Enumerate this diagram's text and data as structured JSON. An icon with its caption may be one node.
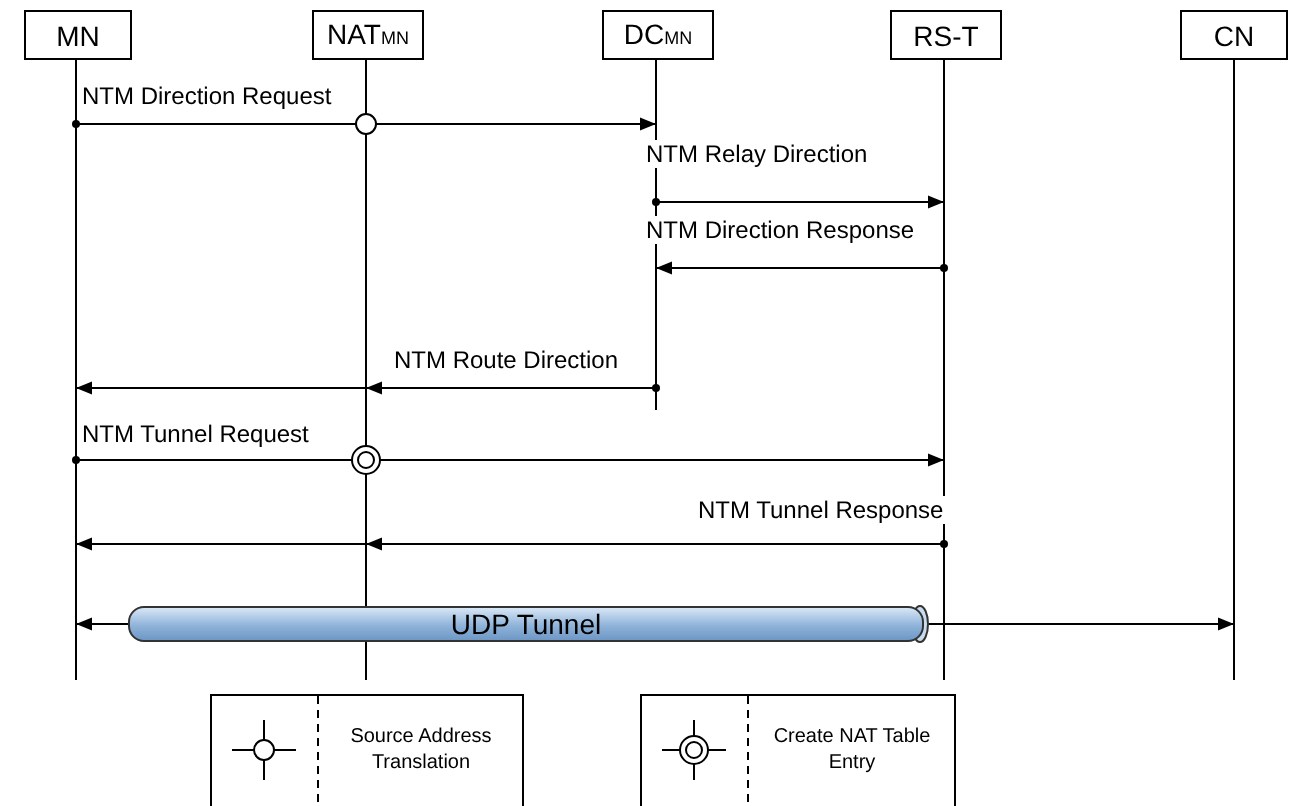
{
  "diagram": {
    "nodes": [
      {
        "text": [
          "MN"
        ]
      },
      {
        "text": [
          "NAT$_{MN}$"
        ]
      },
      {
        "text": [
          "DC$_{MN}$"
        ]
      },
      {
        "text": [
          "RS-T"
        ]
      },
      {
        "text": [
          "CN"
        ]
      },
      {
        "text": [
          "UDP Tunnel"
        ]
      }
    ],
    "edges": [
      {
        "from": 0,
        "to": 1,
        "arrow": "other",
        "label": "NTM Direction Request"
      },
      {
        "from": 1,
        "to": 2,
        "arrow": "to"
      },
      {
        "from": 2,
        "to": 3,
        "arrow": "to",
        "label": "NTM Relay Direction"
      },
      {
        "from": 3,
        "to": 2,
        "arrow": "to",
        "label": "NTM Direction Response"
      },
      {
        "from": 2,
        "to": 1,
        "arrow": "to",
        "label": "NTM Route Direction"
      },
      {
        "from": 1,
        "to": 0,
        "arrow": "to"
      },
      {
        "from": 0,
        "to": 1,
        "arrow": "other",
        "label": "NTM Tunnel Request"
      },
      {
        "from": 1,
        "to": 3,
        "arrow": "to"
      },
      {
        "from": 3,
        "to": 1,
        "arrow": "to",
        "label": "NTM Tunnel Response"
      },
      {
        "from": 1,
        "to": 0,
        "arrow": "to"
      },
      {
        "from": 5,
        "to": 0,
        "arrow": "to"
      },
      {
        "from": 5,
        "to": 4,
        "arrow": "to"
      }
    ],
    "legend": [
      {
        "text": "Source Address Translation"
      },
      {
        "text": "Create NAT Table Entry"
      }
    ]
  }
}
